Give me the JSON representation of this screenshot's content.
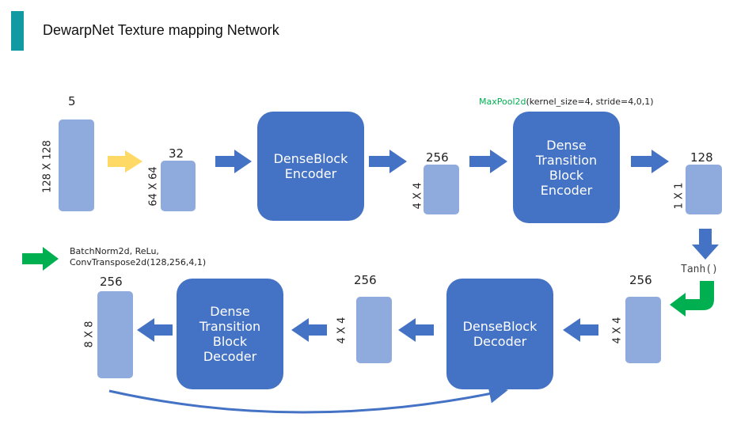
{
  "header": {
    "title": "DewarpNet Texture mapping Network"
  },
  "input": {
    "channels": "5",
    "size": "128 X 128"
  },
  "conv_out": {
    "channels": "32",
    "size": "64 X 64"
  },
  "dense_encoder": {
    "label": "DenseBlock\nEncoder"
  },
  "enc_out": {
    "channels": "256",
    "size": "4 X 4"
  },
  "maxpool_note": {
    "fn": "MaxPool2d",
    "args": "(kernel_size=4, stride=4,0,1)"
  },
  "transition_encoder": {
    "label": "Dense\nTransition\nBlock\nEncoder"
  },
  "bottleneck": {
    "channels": "128",
    "size": "1 X 1"
  },
  "tanh": {
    "label": "Tanh()"
  },
  "legend": {
    "line1": "BatchNorm2d,  ReLu,",
    "line2": "ConvTranspose2d(128,256,4,1)"
  },
  "up_out": {
    "channels": "256",
    "size": "4 X 4"
  },
  "dense_decoder": {
    "label": "DenseBlock\nDecoder"
  },
  "dec_out": {
    "channels": "256",
    "size": "4 X 4"
  },
  "transition_decoder": {
    "label": "Dense\nTransition\nBlock\nDecoder"
  },
  "final_out": {
    "channels": "256",
    "size": "8 X 8"
  },
  "colors": {
    "tensor": "#8faadc",
    "block": "#4472c4",
    "arrow_blue": "#4472c4",
    "arrow_yellow": "#ffd966",
    "arrow_green": "#00b050",
    "accent": "#129aa3"
  }
}
